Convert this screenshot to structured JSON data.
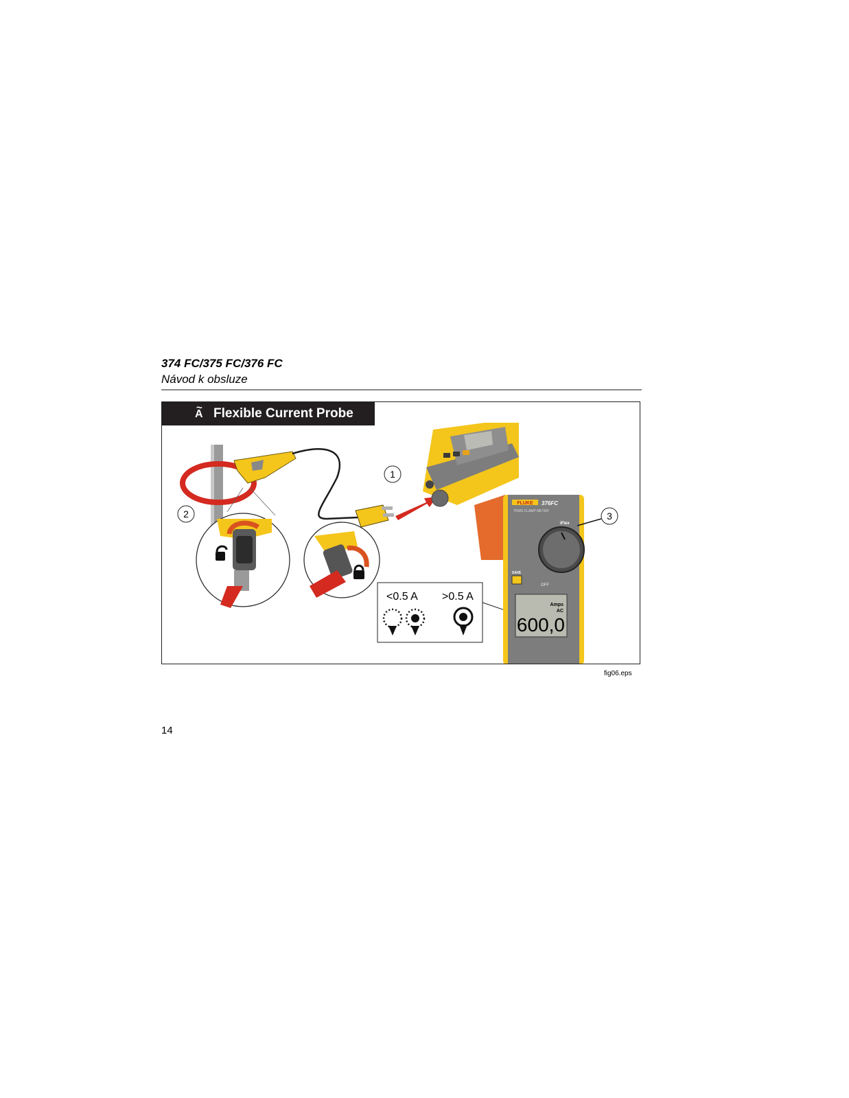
{
  "header": {
    "model": "374 FC/375 FC/376 FC",
    "subtitle": "Návod k obsluze"
  },
  "figure": {
    "banner_symbol": "A",
    "banner_title": "Flexible Current Probe",
    "callouts": [
      "1",
      "2",
      "3"
    ],
    "threshold_low": "<0.5 A",
    "threshold_high": ">0.5 A",
    "meter": {
      "brand": "FLUKE",
      "model": "376FC",
      "subtitle": "TRMS CLAMP METER",
      "dial_flex": "iFlex",
      "dial_off": "OFF",
      "save_label": "SAVE",
      "display_units": "Amps",
      "display_mode": "AC",
      "display_value": "600,0"
    },
    "icons": [
      "unlock-icon",
      "lock-icon"
    ],
    "colors": {
      "yellow": "#f4c51b",
      "red": "#d42a20",
      "orange": "#e46b2c",
      "gray": "#7d7d7d"
    }
  },
  "caption": "fig06.eps",
  "page_number": "14"
}
